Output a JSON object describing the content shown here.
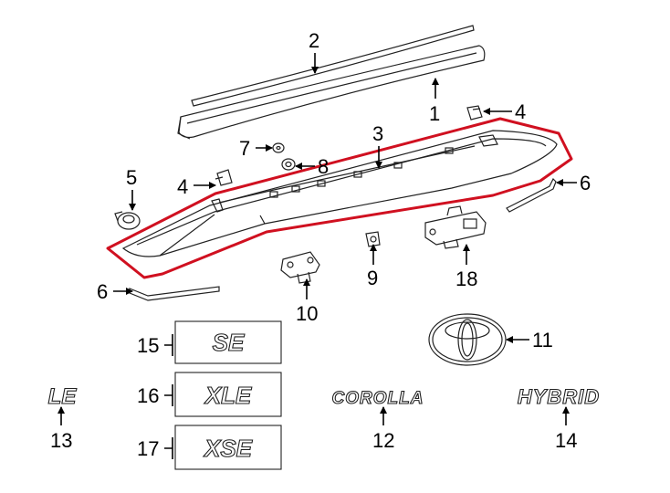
{
  "callouts": {
    "c1": "1",
    "c2": "2",
    "c3": "3",
    "c4a": "4",
    "c4b": "4",
    "c5": "5",
    "c6a": "6",
    "c6b": "6",
    "c7": "7",
    "c8": "8",
    "c9": "9",
    "c10": "10",
    "c11": "11",
    "c12": "12",
    "c13": "13",
    "c14": "14",
    "c15": "15",
    "c16": "16",
    "c17": "17",
    "c18": "18"
  },
  "emblems": {
    "se": "SE",
    "xle": "XLE",
    "xse": "XSE",
    "le": "LE",
    "corolla": "COROLLA",
    "hybrid": "HYBRID"
  },
  "colors": {
    "highlight": "#d01020",
    "line": "#222222"
  }
}
